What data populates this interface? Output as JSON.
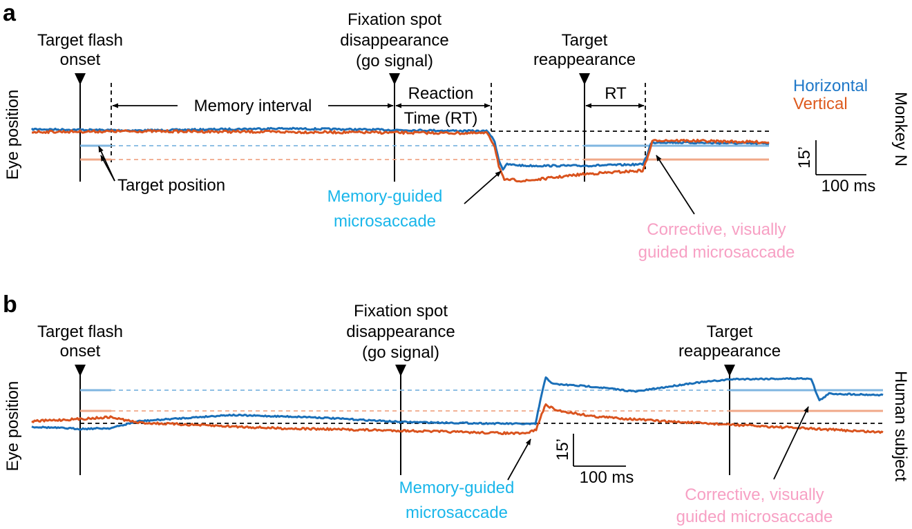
{
  "panel_a": {
    "letter": "a",
    "ylabel": "Eye position",
    "subject": "Monkey N",
    "event1": [
      "Target flash",
      "onset"
    ],
    "event2": [
      "Fixation spot",
      "disappearance",
      "(go signal)"
    ],
    "event3": [
      "Target",
      "reappearance"
    ],
    "memory_interval": "Memory interval",
    "reaction_time": [
      "Reaction",
      "Time (RT)"
    ],
    "rt": "RT",
    "target_position": "Target position",
    "memory_guided": [
      "Memory-guided",
      "microsaccade"
    ],
    "corrective": [
      "Corrective, visually",
      "guided microsaccade"
    ],
    "legend_h": "Horizontal",
    "legend_v": "Vertical",
    "scale_y": "15’",
    "scale_x": "100 ms"
  },
  "panel_b": {
    "letter": "b",
    "ylabel": "Eye position",
    "subject": "Human subject",
    "event1": [
      "Target flash",
      "onset"
    ],
    "event2": [
      "Fixation spot",
      "disappearance",
      "(go signal)"
    ],
    "event3": [
      "Target",
      "reappearance"
    ],
    "memory_guided": [
      "Memory-guided",
      "microsaccade"
    ],
    "corrective": [
      "Corrective, visually",
      "guided microsaccade"
    ],
    "scale_y": "15’",
    "scale_x": "100 ms"
  },
  "colors": {
    "horizontal": "#1a6fb8",
    "vertical": "#d9531e",
    "memory_guided_label": "#19b6ea",
    "corrective_label": "#f7a0c4"
  }
}
